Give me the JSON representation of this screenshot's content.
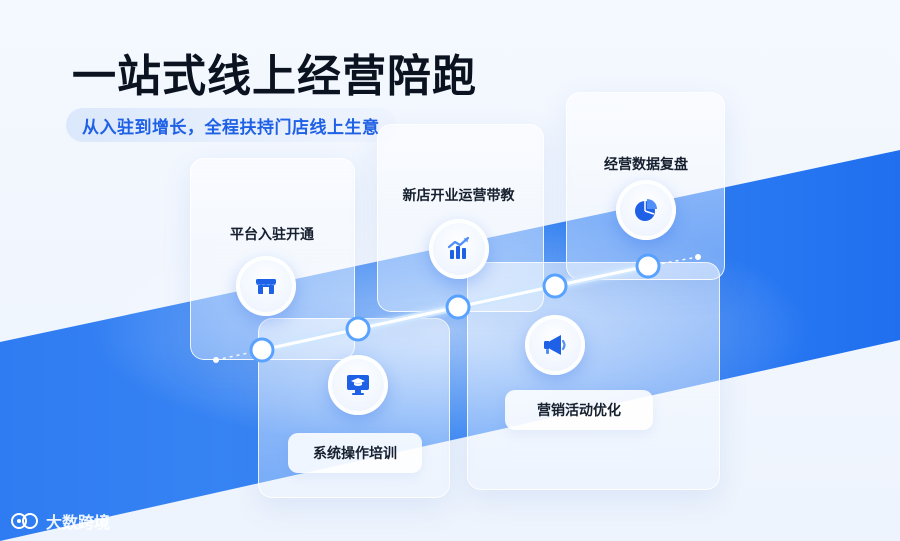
{
  "header": {
    "title": "一站式线上经营陪跑",
    "subtitle": "从入驻到增长，全程扶持门店线上生意"
  },
  "steps": [
    {
      "label": "平台入驻开通",
      "icon": "storefront-icon"
    },
    {
      "label": "系统操作培训",
      "icon": "monitor-graduation-cap-icon"
    },
    {
      "label": "新店开业运营带教",
      "icon": "bar-chart-trend-icon"
    },
    {
      "label": "营销活动优化",
      "icon": "megaphone-icon"
    },
    {
      "label": "经营数据复盘",
      "icon": "pie-chart-icon"
    }
  ],
  "watermark": {
    "text": "大数跨境"
  },
  "colors": {
    "brand_blue": "#1e60e6",
    "band_blue": "#2b7af0",
    "title": "#0b1220"
  }
}
